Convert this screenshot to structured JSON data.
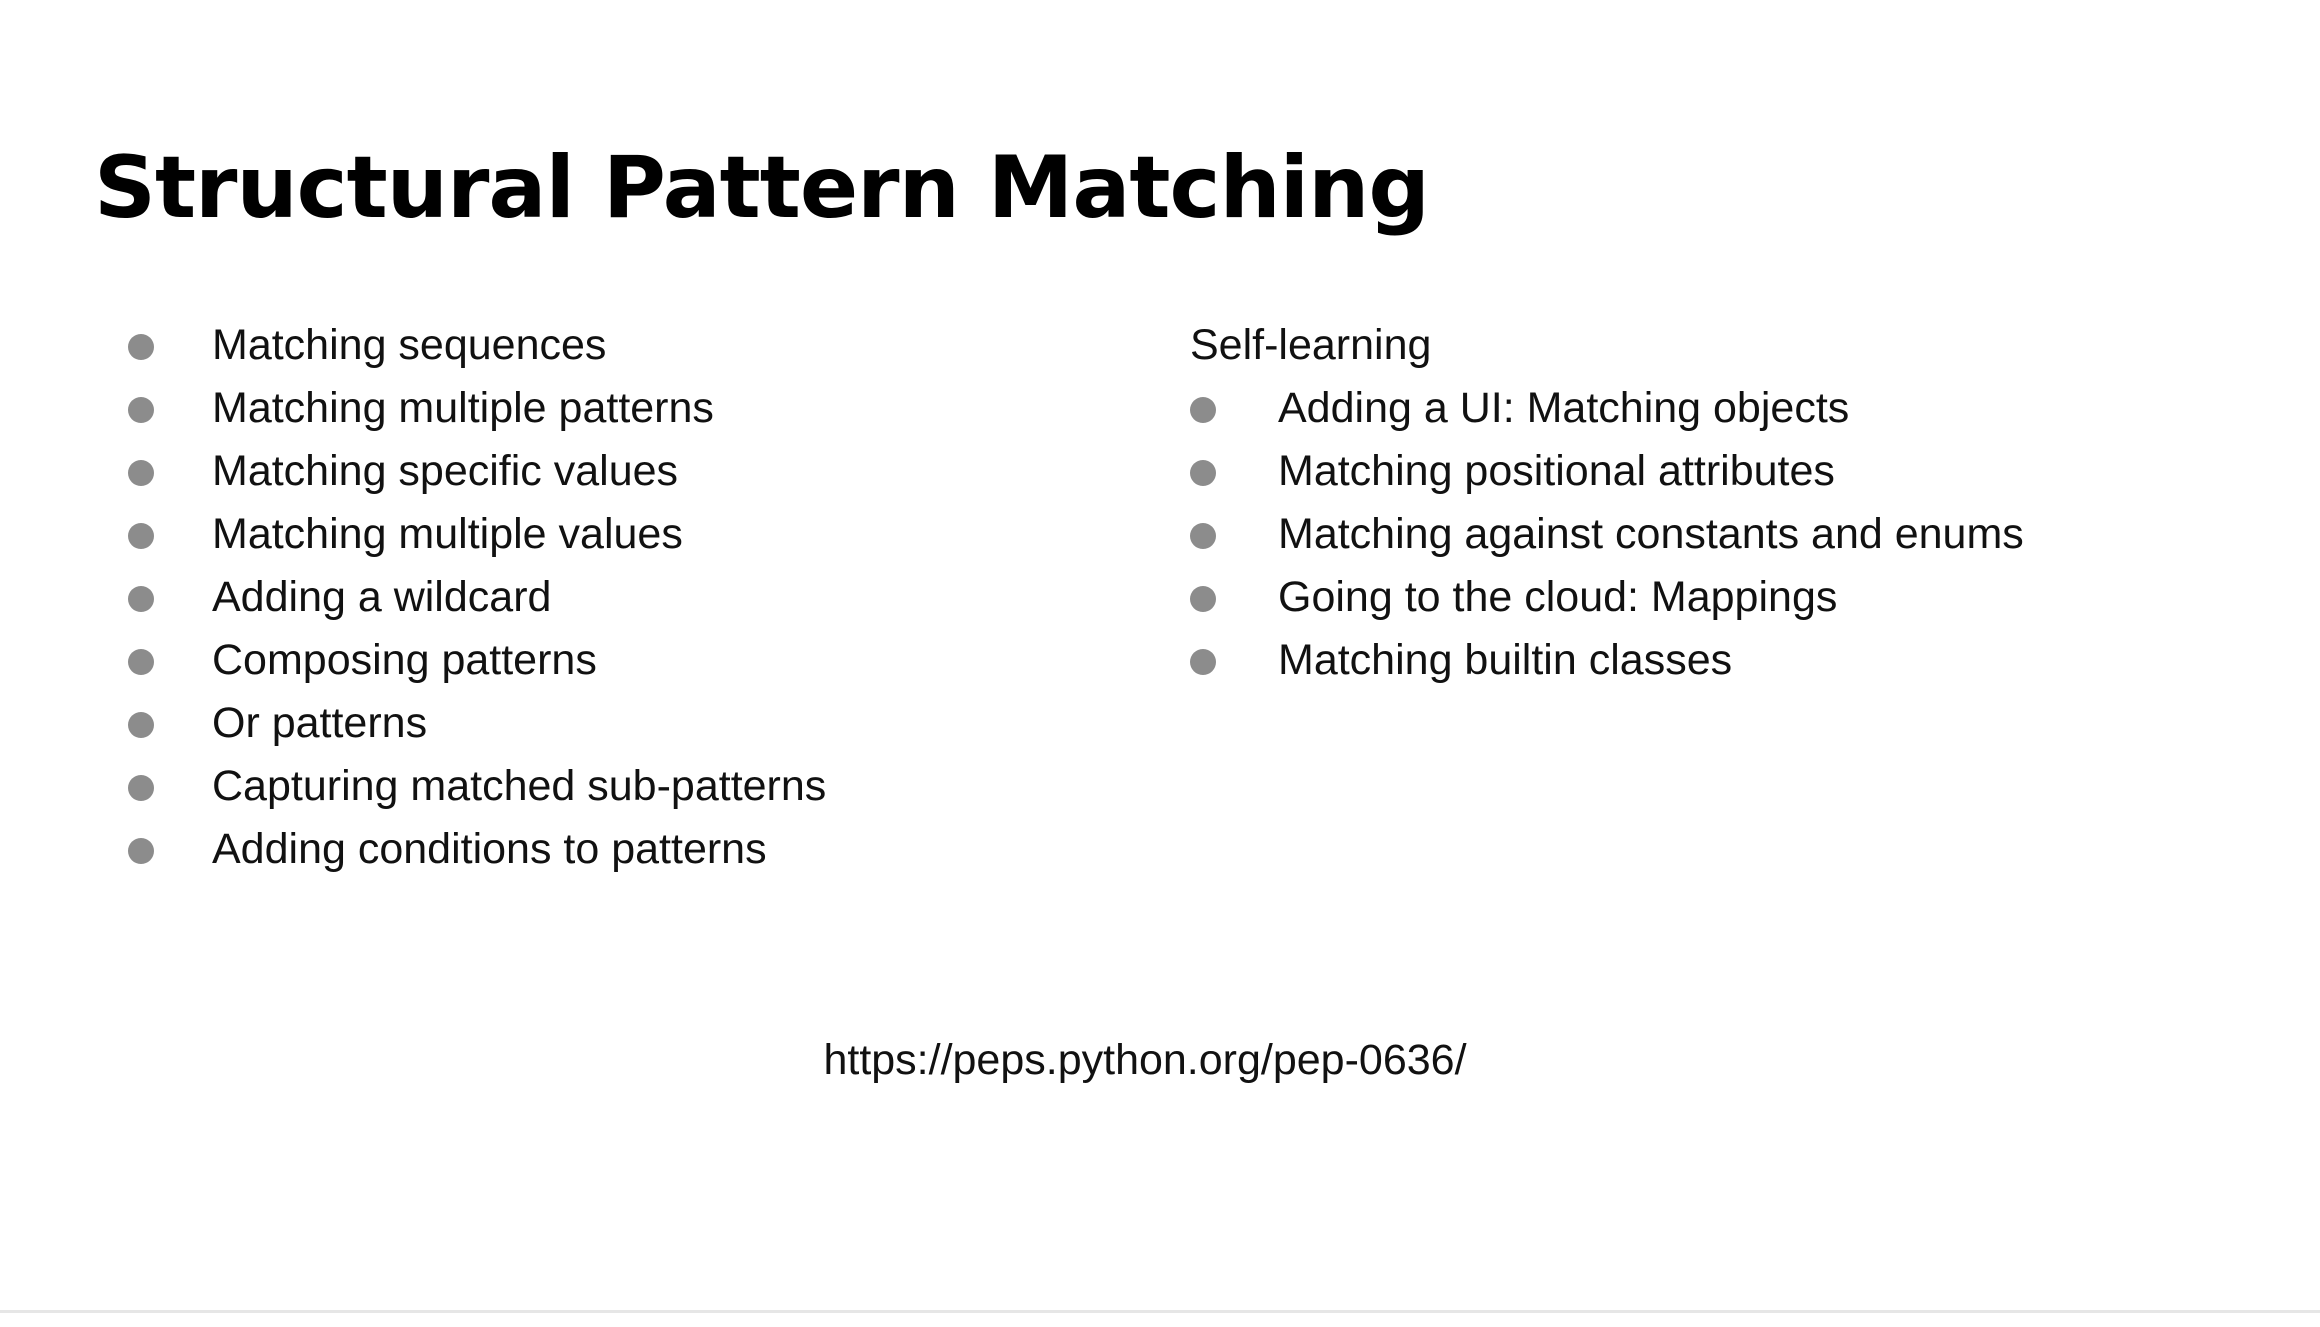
{
  "slide": {
    "title": "Structural Pattern Matching",
    "left_column": {
      "items": [
        "Matching sequences",
        "Matching multiple patterns",
        "Matching specific values",
        "Matching multiple values",
        "Adding a wildcard",
        "Composing patterns",
        "Or patterns",
        "Capturing matched sub-patterns",
        "Adding conditions to patterns"
      ]
    },
    "right_column": {
      "heading": "Self-learning",
      "items": [
        "Adding a UI: Matching objects",
        "Matching positional attributes",
        "Matching against constants and enums",
        "Going to the cloud: Mappings",
        "Matching builtin classes"
      ]
    },
    "link": "https://peps.python.org/pep-0636/"
  },
  "colors": {
    "bullet": "#8c8c8c",
    "text": "#111111",
    "background": "#ffffff"
  }
}
